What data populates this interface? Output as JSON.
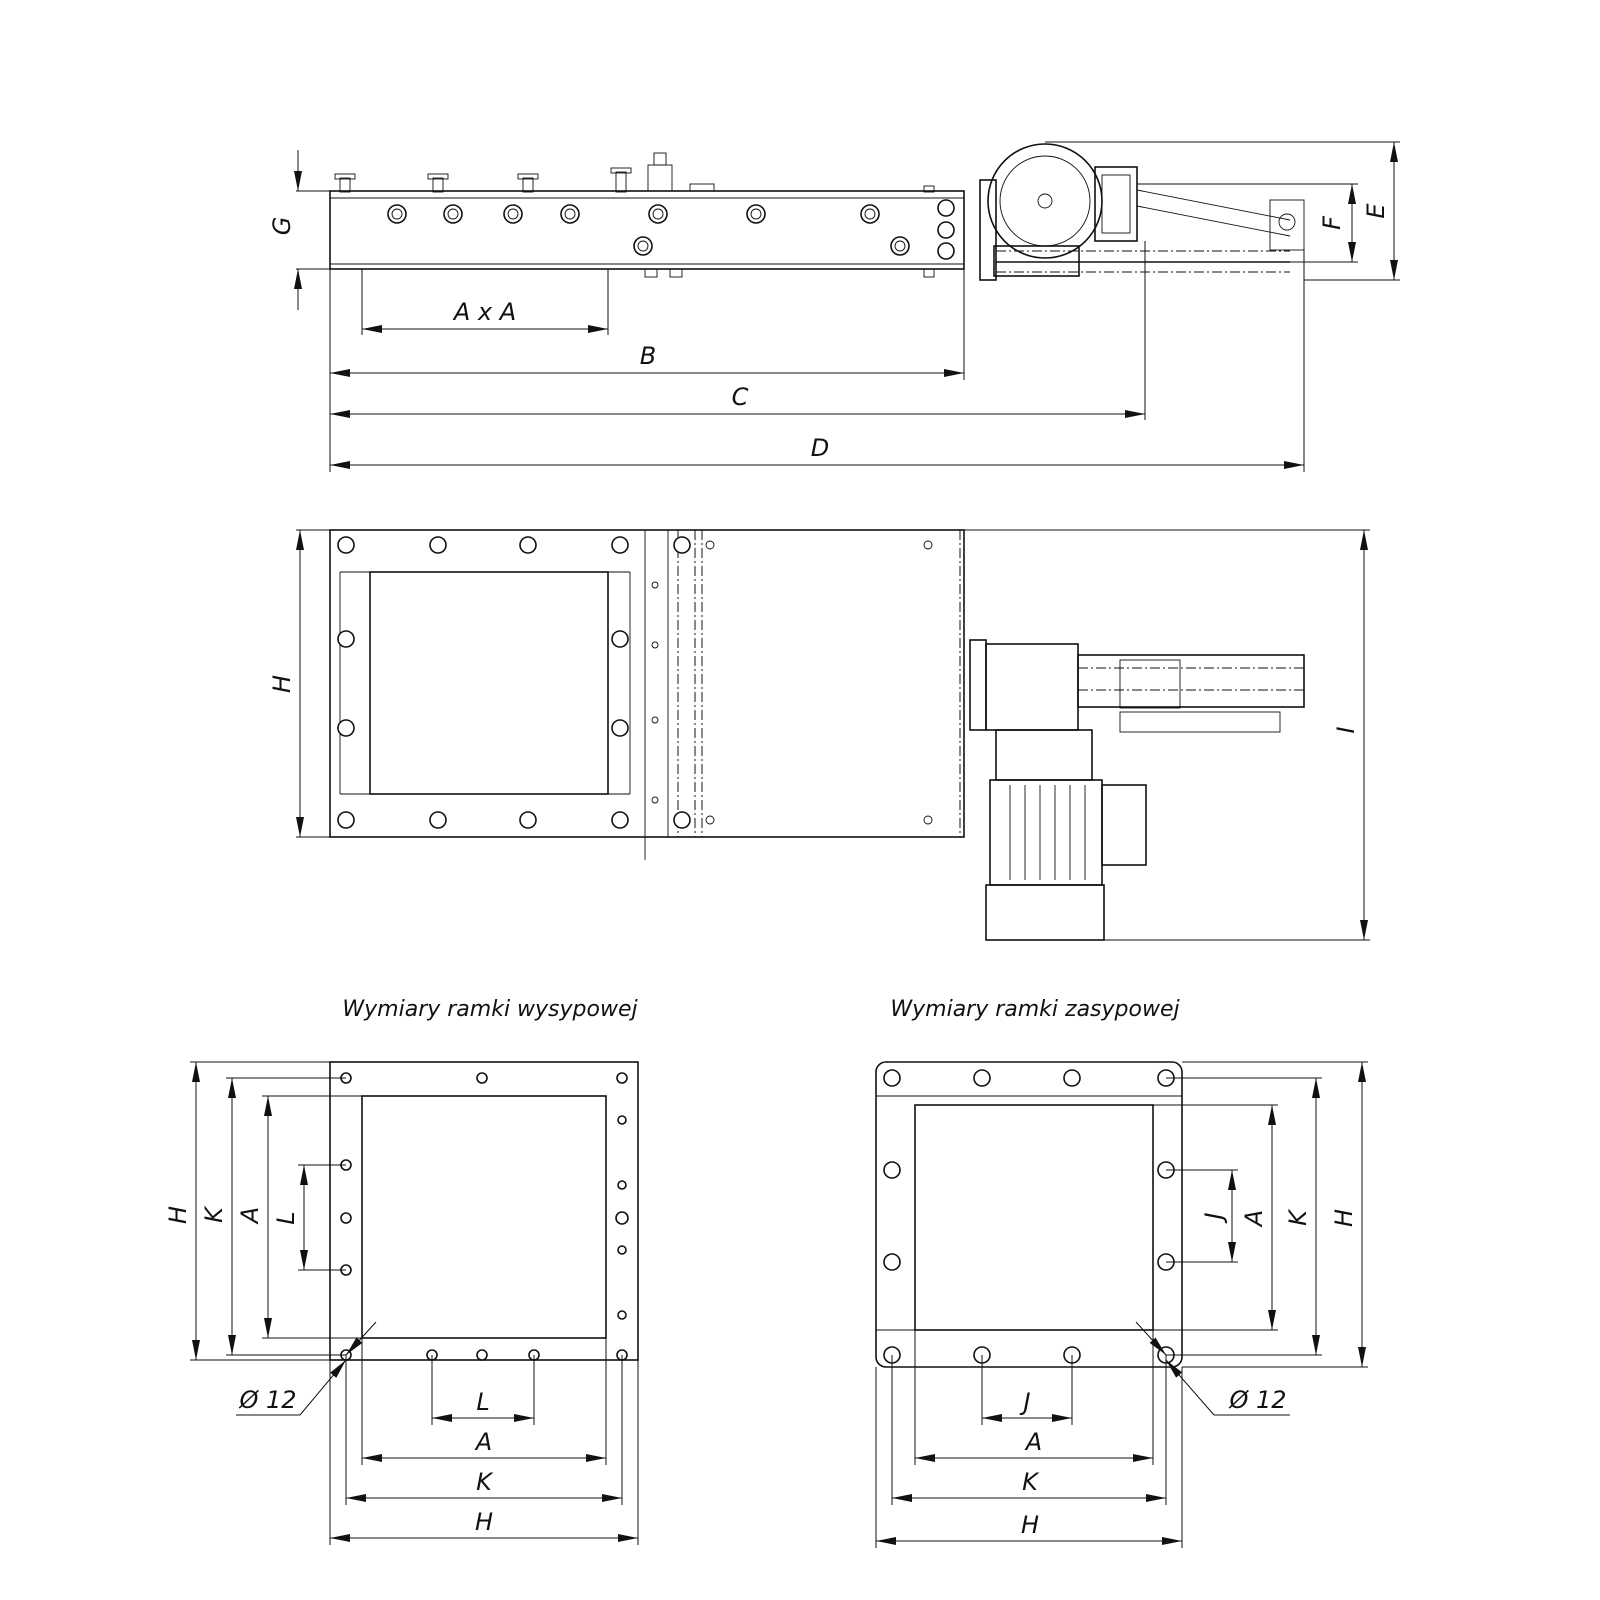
{
  "titles": {
    "outlet_frame": "Wymiary ramki wysypowej",
    "inlet_frame": "Wymiary ramki zasypowej"
  },
  "side_view": {
    "dim_axa": "A x A",
    "dim_b": "B",
    "dim_c": "C",
    "dim_d": "D",
    "dim_e": "E",
    "dim_f": "F",
    "dim_g": "G"
  },
  "top_view": {
    "dim_h": "H",
    "dim_i": "I"
  },
  "outlet_frame": {
    "dim_h_v": "H",
    "dim_k_v": "K",
    "dim_a_v": "A",
    "dim_l_v": "L",
    "dim_l_h": "L",
    "dim_a_h": "A",
    "dim_k_h": "K",
    "dim_h_h": "H",
    "hole_dia": "Ø 12"
  },
  "inlet_frame": {
    "dim_j_v": "J",
    "dim_a_v": "A",
    "dim_k_v": "K",
    "dim_h_v": "H",
    "dim_j_h": "J",
    "dim_a_h": "A",
    "dim_k_h": "K",
    "dim_h_h": "H",
    "hole_dia": "Ø 12"
  }
}
